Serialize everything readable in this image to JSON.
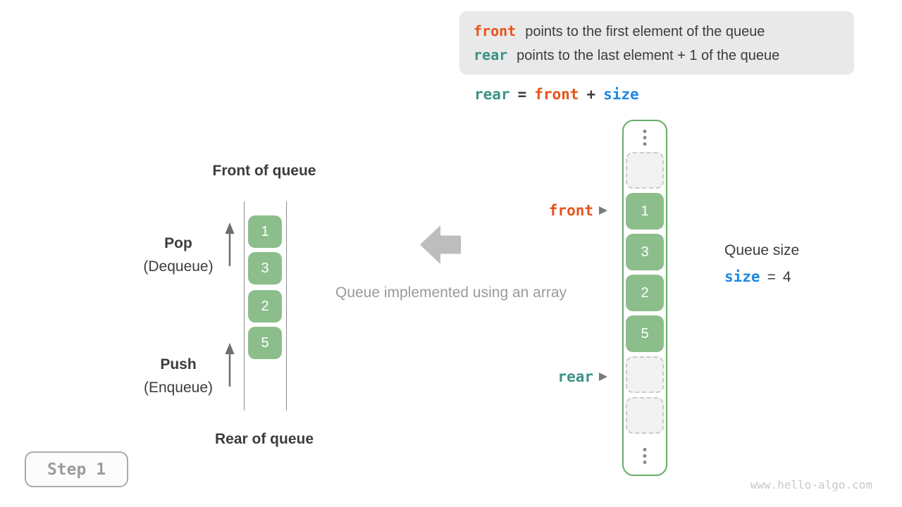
{
  "colors": {
    "orange_front": "#E8531B",
    "teal_rear": "#3B9286",
    "blue_size": "#1E88E5",
    "green_cell": "#8CBE8C",
    "green_container_border": "#67AB67",
    "dark_text": "#3C3C3C",
    "gray_caption": "#9A9A9A",
    "legend_bg": "#E9E9E9",
    "arrow_gray": "#BDBDBD"
  },
  "legend": {
    "line1": {
      "code": "front",
      "text": "points to the first element of the queue"
    },
    "line2": {
      "code": "rear",
      "text": "points to the last element + 1 of the queue"
    }
  },
  "formula": {
    "lhs": "rear",
    "eq": "=",
    "op1": "front",
    "plus": "+",
    "op2": "size"
  },
  "left_queue": {
    "front_title": "Front of queue",
    "rear_title": "Rear of queue",
    "pop": "Pop",
    "pop_sub": "(Dequeue)",
    "push": "Push",
    "push_sub": "(Enqueue)",
    "values": [
      "1",
      "3",
      "2",
      "5"
    ]
  },
  "caption": "Queue implemented using an array",
  "right_array": {
    "front_label": "front",
    "rear_label": "rear",
    "values": [
      "1",
      "3",
      "2",
      "5"
    ]
  },
  "queue_size": {
    "title": "Queue size",
    "var": "size",
    "eq": "=",
    "value": "4"
  },
  "step": "Step 1",
  "watermark": "www.hello-algo.com"
}
